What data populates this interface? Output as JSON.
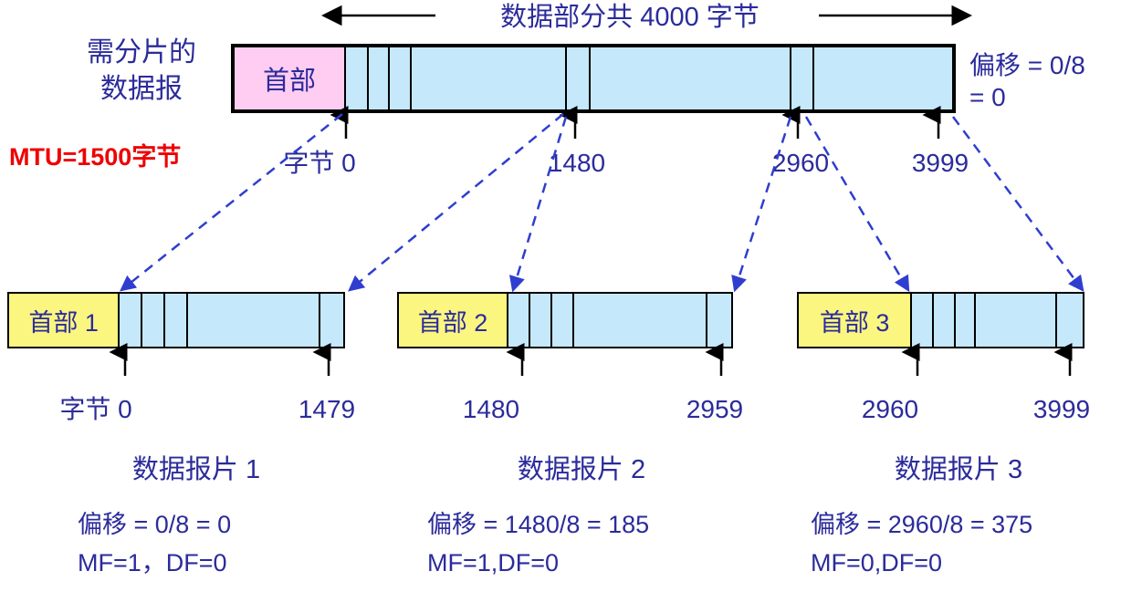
{
  "diagram": {
    "top_dimension_label": "数据部分共 4000 字节",
    "left_labels": {
      "datagram_line1": "需分片的",
      "datagram_line2": "数据报",
      "mtu": "MTU=1500字节"
    },
    "original_datagram": {
      "header_label": "首部",
      "right_note_line1": "偏移 = 0/8",
      "right_note_line2": "= 0",
      "byte_marks": [
        "字节 0",
        "1480",
        "2960",
        "3999"
      ]
    },
    "fragments": [
      {
        "header_label": "首部 1",
        "start_mark": "字节 0",
        "end_mark": "1479",
        "title": "数据报片 1",
        "offset_text": "偏移 = 0/8 = 0",
        "flags_text": "MF=1，DF=0"
      },
      {
        "header_label": "首部 2",
        "start_mark": "1480",
        "end_mark": "2959",
        "title": "数据报片 2",
        "offset_text": "偏移 = 1480/8 = 185",
        "flags_text": "MF=1,DF=0"
      },
      {
        "header_label": "首部 3",
        "start_mark": "2960",
        "end_mark": "3999",
        "title": "数据报片 3",
        "offset_text": "偏移 = 2960/8 = 375",
        "flags_text": "MF=0,DF=0"
      }
    ],
    "colors": {
      "text_blue": "#2b2b9b",
      "mtu_red": "#ee0000",
      "data_fill": "#c5e8fa",
      "original_header_fill": "#ffccf2",
      "fragment_header_fill": "#fbf680",
      "outline": "#000000",
      "dashed_connector": "#2f3ecf"
    }
  }
}
